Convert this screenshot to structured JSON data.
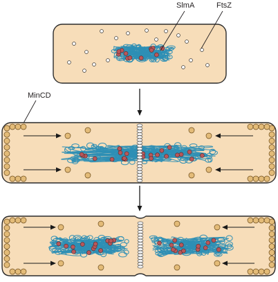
{
  "labels": {
    "slma": "SlmA",
    "ftsz": "FtsZ",
    "mincd": "MinCD"
  },
  "colors": {
    "cell_fill": "#f7ddb9",
    "cell_stroke": "#2b2b2b",
    "nucleoid": "#2e8fb5",
    "slma_dot": "#b9575a",
    "ftsz_dot": "#ffffff",
    "mincd_dot": "#e3bb78",
    "ring_dot": "#f4f4f4",
    "arrow": "#1a1a1a"
  },
  "stages": [
    {
      "stage": "initial",
      "description_shown": false
    },
    {
      "stage": "replicated-chromosomes-segregating",
      "description_shown": false
    },
    {
      "stage": "constriction",
      "description_shown": false
    }
  ]
}
